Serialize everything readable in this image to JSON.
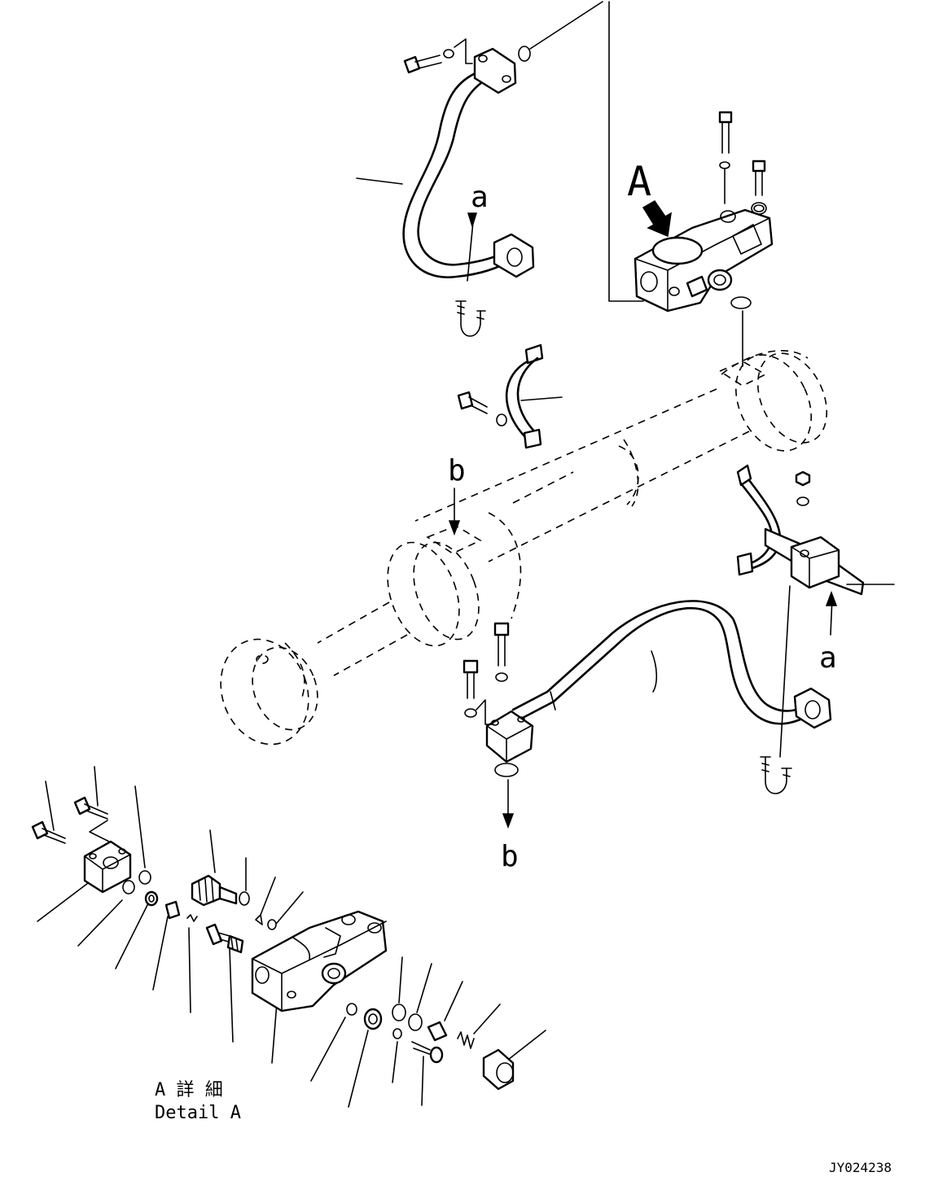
{
  "labels": {
    "view_a": "A",
    "ref_a": "a",
    "ref_a_lower": "a",
    "ref_b_top": "b",
    "ref_b_bottom": "b",
    "detail_jp": "A 詳 細",
    "detail_en": "Detail A",
    "drawing_id": "JY024238"
  }
}
